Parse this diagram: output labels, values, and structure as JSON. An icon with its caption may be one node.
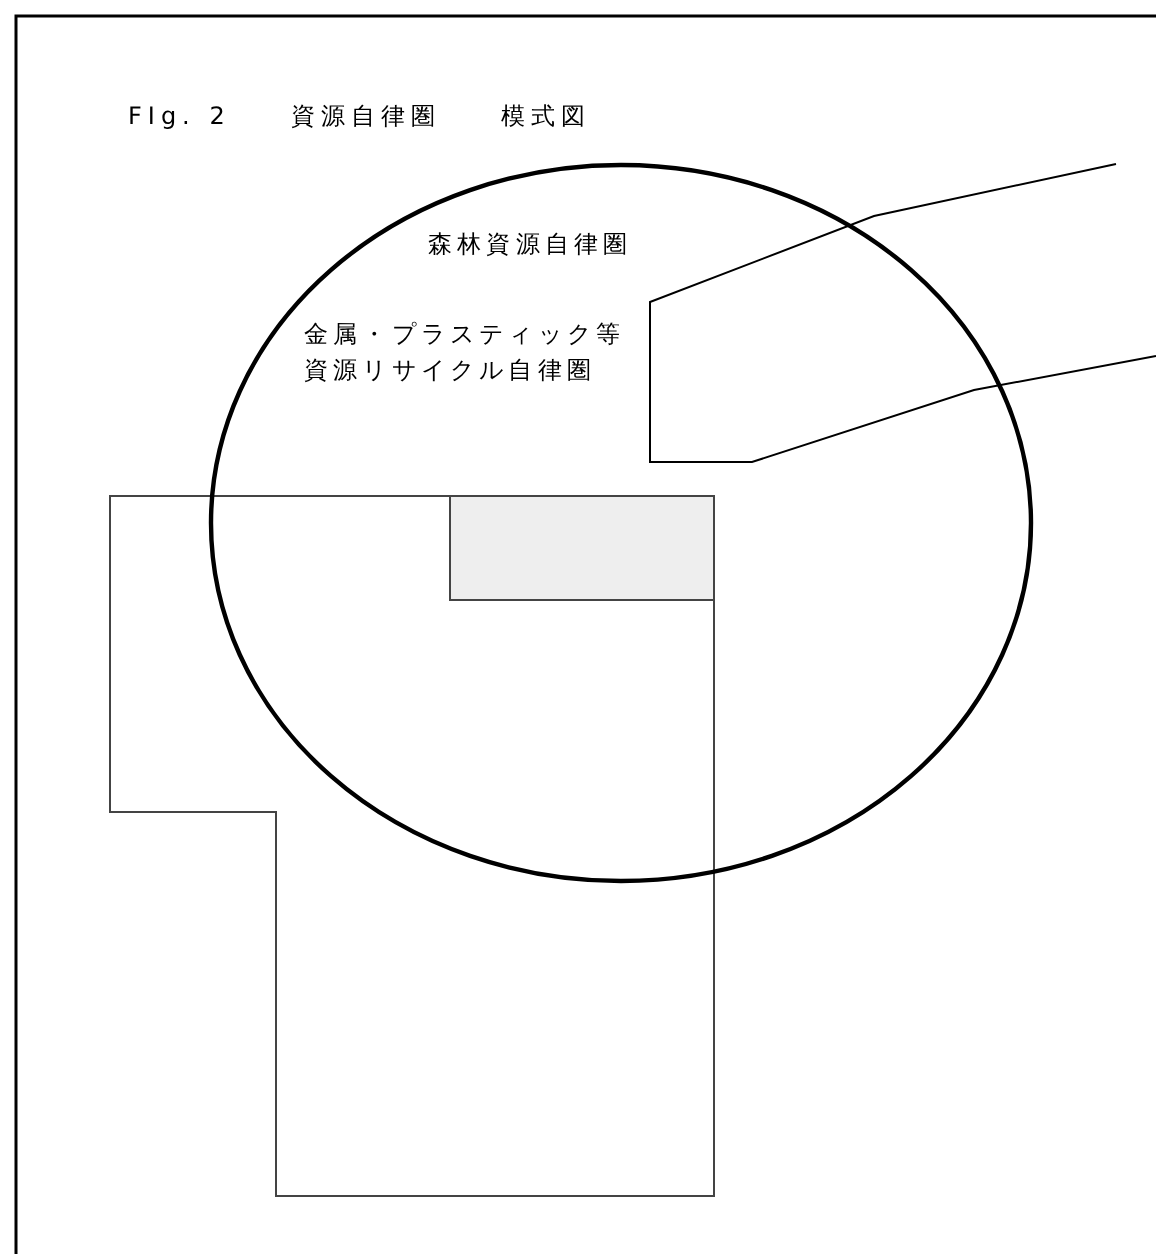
{
  "diagram": {
    "title": "FIg. 2　　資源自律圏　　模式図",
    "nodes": [
      {
        "text": [
          "森林資源自律圏"
        ]
      }
    ],
    "labels": [
      "金属・プラスティック等資源リサイクル自律圏"
    ]
  }
}
